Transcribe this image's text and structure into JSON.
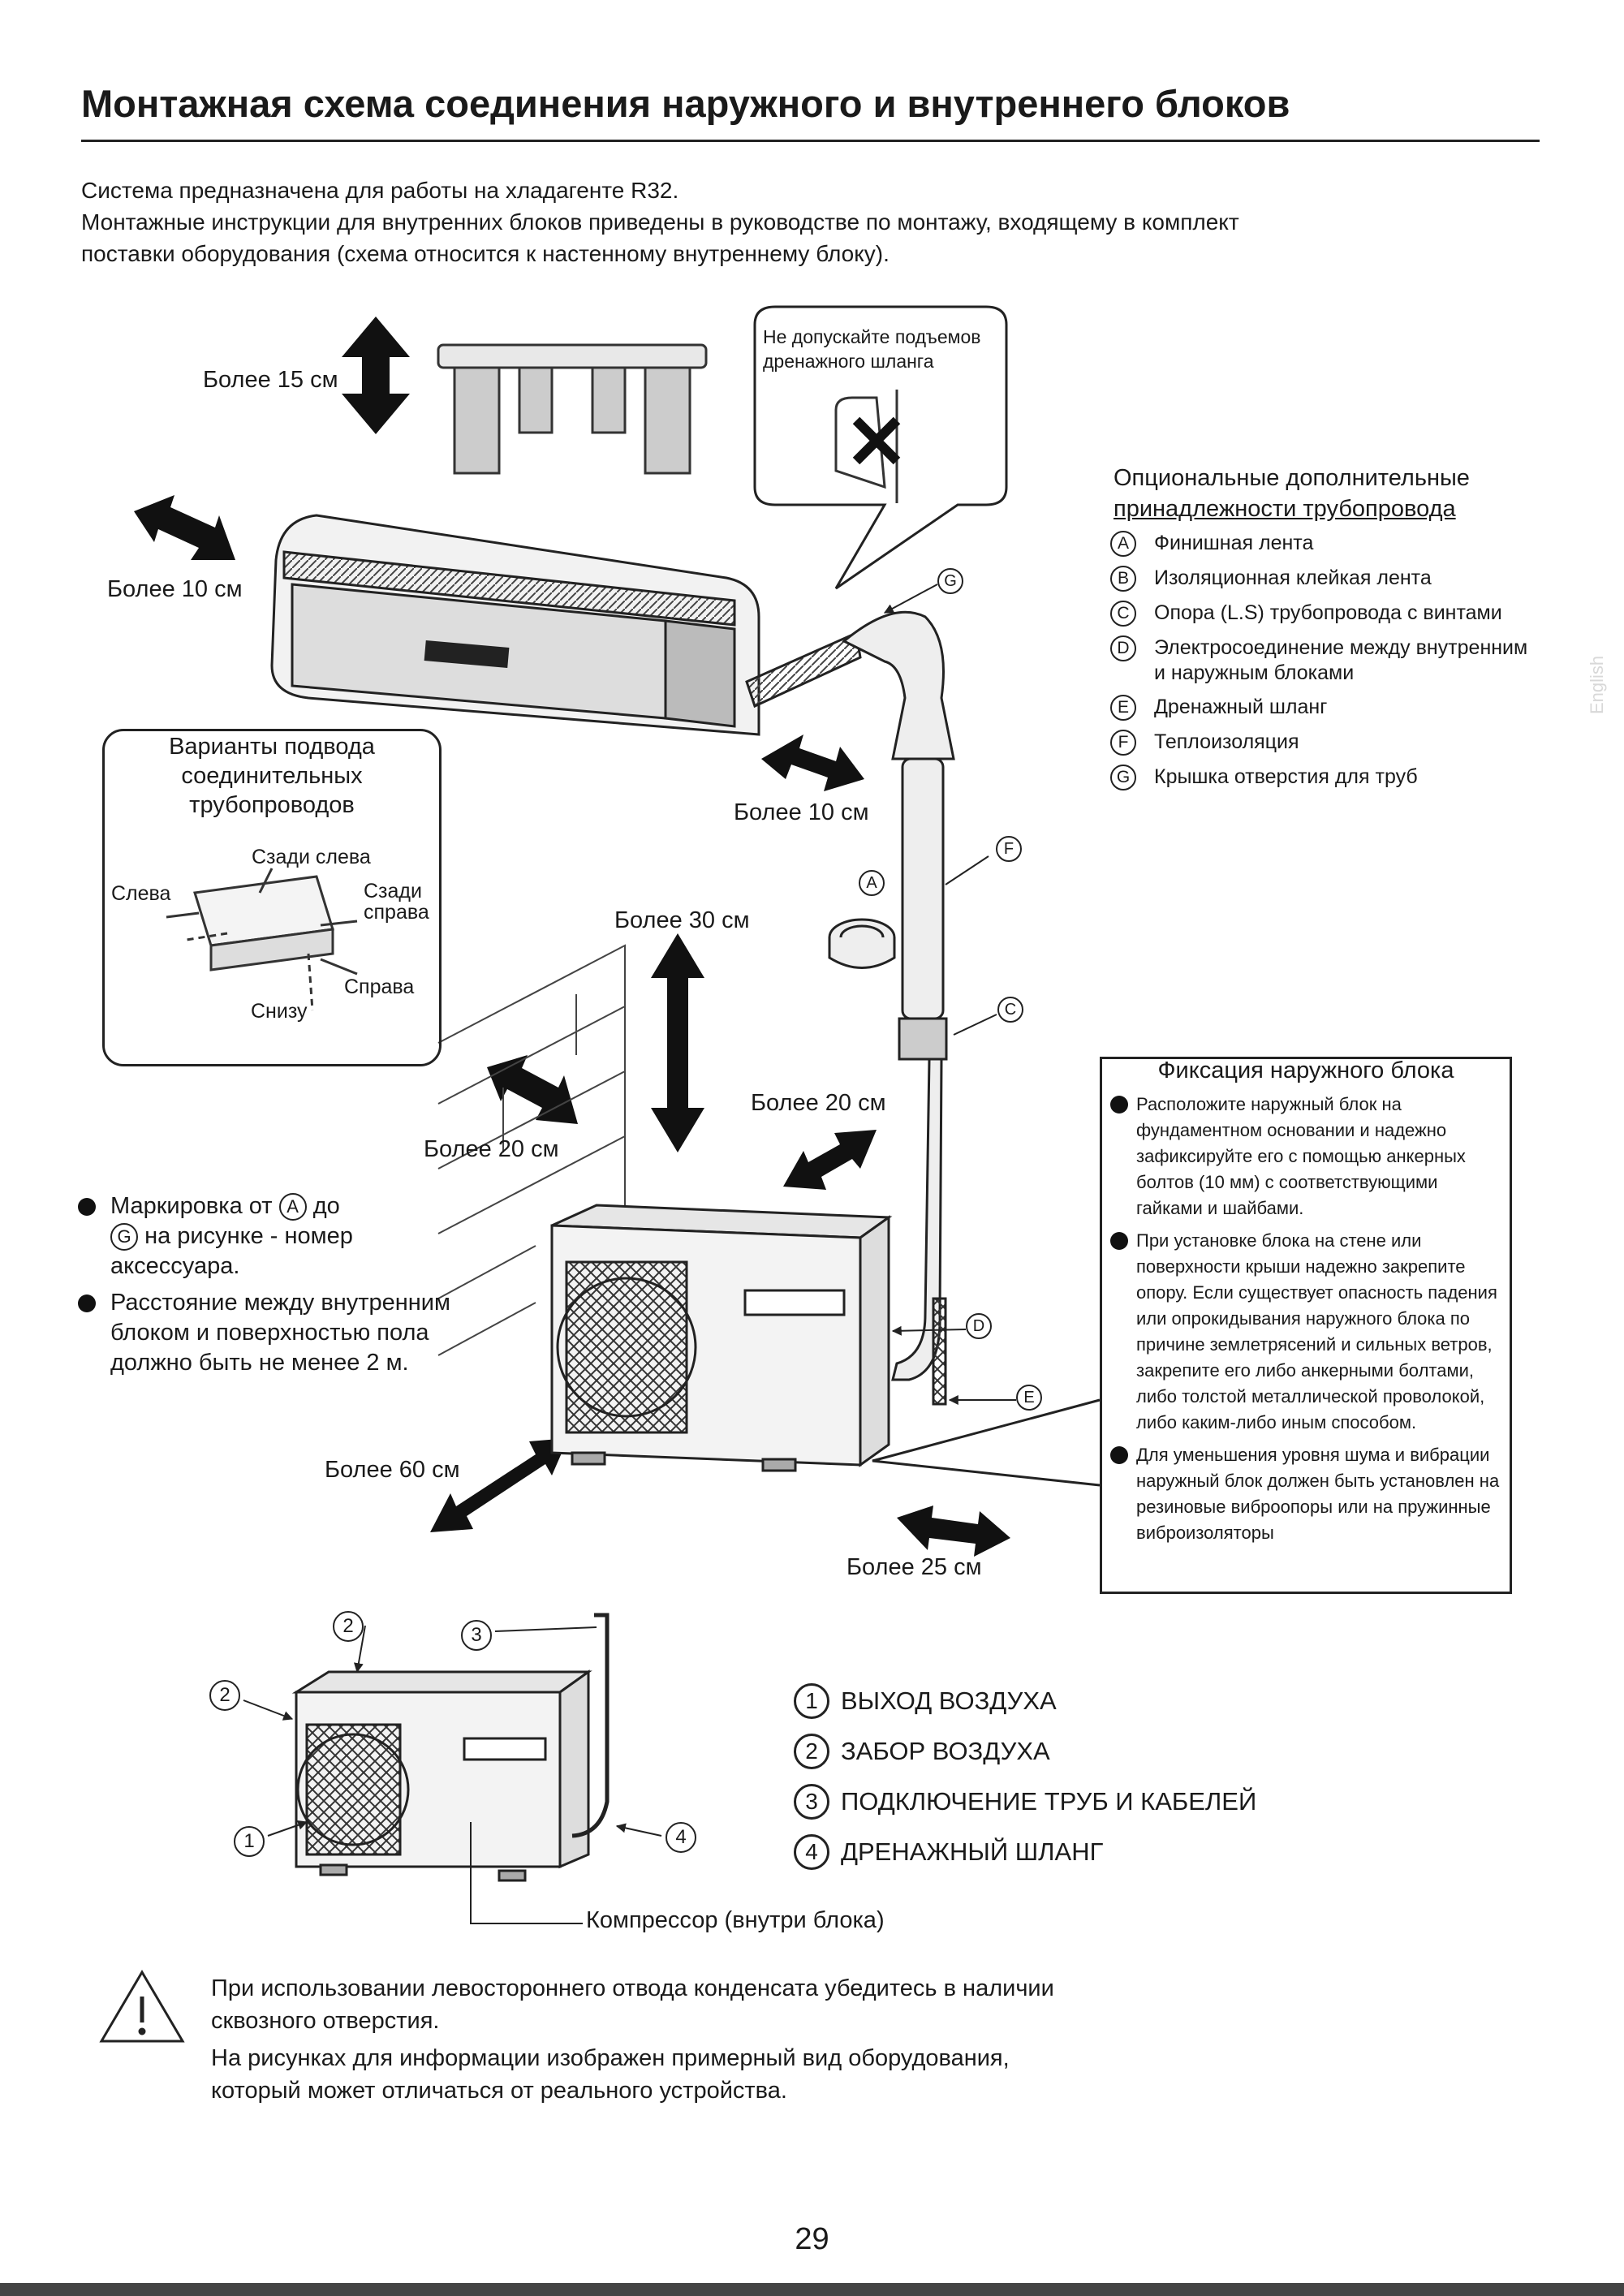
{
  "title": "Монтажная схема соединения наружного и внутреннего блоков",
  "intro": [
    "Система предназначена для работы на хладагенте R32.",
    "Монтажные инструкции для внутренних блоков приведены в руководстве по монтажу, входящему в комплект",
    "поставки оборудования (схема относится к настенному внутреннему блоку)."
  ],
  "distances": {
    "top": "Более 15 см",
    "left": "Более 10 см",
    "right": "Более 10 см",
    "above_outdoor": "Более 30 см",
    "outdoor_left": "Более 20 см",
    "outdoor_right": "Более 20 см",
    "outdoor_front": "Более 60 см",
    "outdoor_side": "Более 25 см"
  },
  "callout_drain": "Не допускайте подъемов дренажного шланга",
  "accessories": {
    "heading_line1": "Опциональные дополнительные",
    "heading_line2": "принадлежности трубопровода",
    "items": [
      {
        "letter": "A",
        "text": "Финишная лента"
      },
      {
        "letter": "B",
        "text": "Изоляционная клейкая лента"
      },
      {
        "letter": "C",
        "text": "Опора (L.S) трубопровода с винтами"
      },
      {
        "letter": "D",
        "text": "Электросоединение между внутренним и наружным блоками"
      },
      {
        "letter": "E",
        "text": "Дренажный шланг"
      },
      {
        "letter": "F",
        "text": "Теплоизоляция"
      },
      {
        "letter": "G",
        "text": "Крышка отверстия для труб"
      }
    ]
  },
  "variants": {
    "title": "Варианты подвода соединительных трубопроводов",
    "rear_left": "Сзади слева",
    "left": "Слева",
    "rear_right": "Сзади справа",
    "right": "Справа",
    "bottom": "Снизу"
  },
  "fixation": {
    "title": "Фиксация наружного блока",
    "items": [
      "Расположите наружный блок на фундаментном основании и надежно зафиксируйте его с помощью анкерных болтов (10 мм) с соответствующими гайками и шайбами.",
      "При установке блока на стене или поверхности крыши надежно закрепите опору. Если существует опасность падения или опрокидывания наружного блока по причине землетрясений и сильных ветров, закрепите его либо анкерными болтами, либо толстой металлической проволокой, либо каким-либо иным способом.",
      "Для уменьшения уровня шума и вибрации наружный блок должен быть установлен на резиновые виброопоры или на пружинные виброизоляторы"
    ]
  },
  "notes": [
    {
      "pre": "Маркировка от",
      "a": "A",
      "mid": "до",
      "g": "G",
      "post": "на рисунке - номер аксессуара."
    },
    {
      "text": "Расстояние между внутренним блоком и поверхностью пола должно быть не менее 2 м."
    }
  ],
  "legend": [
    {
      "num": "1",
      "text": "ВЫХОД ВОЗДУХА"
    },
    {
      "num": "2",
      "text": "ЗАБОР ВОЗДУХА"
    },
    {
      "num": "3",
      "text": "ПОДКЛЮЧЕНИЕ ТРУБ И КАБЕЛЕЙ"
    },
    {
      "num": "4",
      "text": "ДРЕНАЖНЫЙ ШЛАНГ"
    }
  ],
  "compressor": "Компрессор (внутри блока)",
  "warning": [
    "При использовании левостороннего отвода конденсата убедитесь в наличии",
    "сквозного отверстия.",
    "На рисунках для информации изображен примерный вид оборудования,",
    "который может отличаться от реального устройства."
  ],
  "page_number": "29",
  "side_tab": "English"
}
